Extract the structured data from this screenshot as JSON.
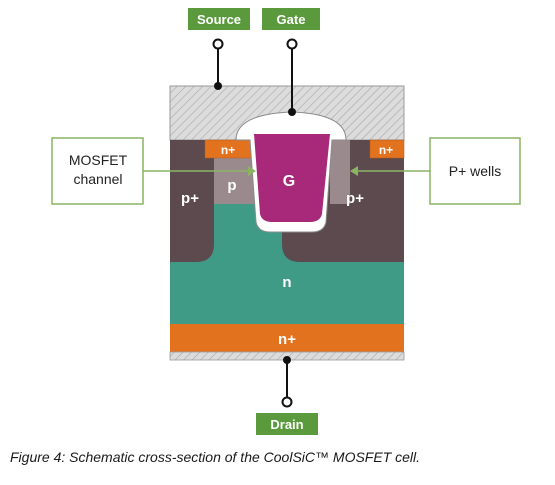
{
  "terminals": {
    "source": "Source",
    "gate": "Gate",
    "drain": "Drain"
  },
  "regions": {
    "gate": "G",
    "n_plus_left": "n+",
    "n_plus_right": "n+",
    "p_left": "p",
    "p_plus_left": "p+",
    "p_plus_right": "p+",
    "n_drift": "n",
    "n_plus_substrate": "n+"
  },
  "callouts": {
    "mosfet_channel_line1": "MOSFET",
    "mosfet_channel_line2": "channel",
    "p_plus_wells": "P+ wells"
  },
  "caption": "Figure 4: Schematic cross-section of the CoolSiC™ MOSFET cell.",
  "colors": {
    "terminal_green": "#5a9a3c",
    "callout_border": "#8ab464",
    "p_plus_well": "#5d4a4f",
    "p_region": "#9a8a8e",
    "n_drift": "#3f9a86",
    "n_plus": "#e3721f",
    "gate_poly": "#a8287a",
    "hatch_metal": "#d9d9d9"
  }
}
